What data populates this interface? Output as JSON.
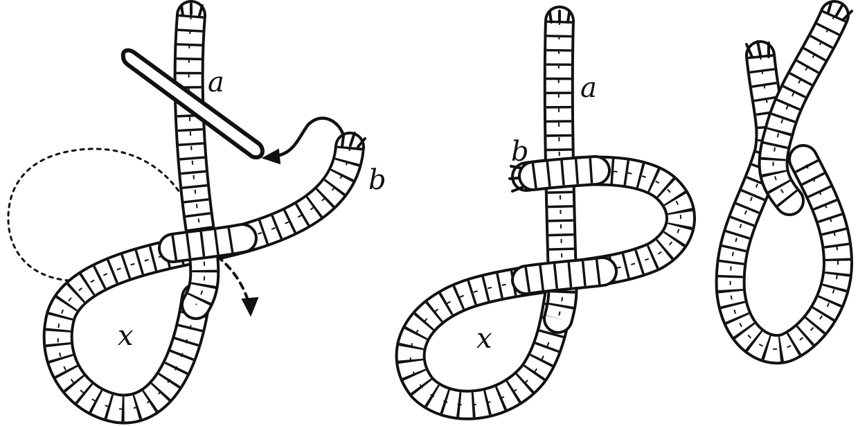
{
  "labels": {
    "fig1_a": "a",
    "fig1_b": "b",
    "fig1_x": "x",
    "fig2_a": "a",
    "fig2_b": "b",
    "fig2_x": "x"
  },
  "colors": {
    "ink": "#111111",
    "paper": "#ffffff"
  }
}
